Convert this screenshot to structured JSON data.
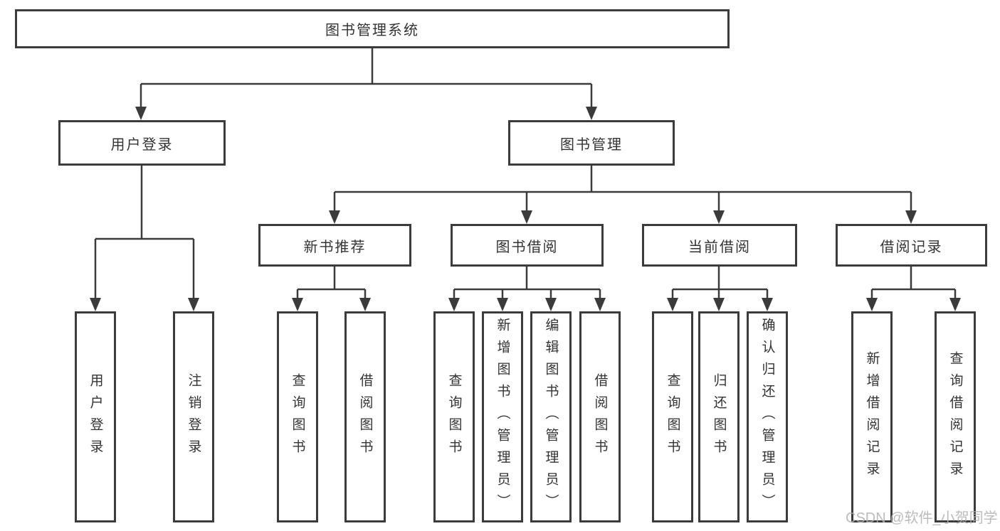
{
  "diagram_type": "hierarchy",
  "colors": {
    "line": "#3b3b3b",
    "text": "#333333",
    "box_background": "#ffffff",
    "page_background": "#ffffff",
    "watermark": "#b0b0b0"
  },
  "tree": {
    "label": "图书管理系统",
    "children": [
      {
        "label": "用户登录",
        "children": [
          {
            "label": "用户登录"
          },
          {
            "label": "注销登录"
          }
        ]
      },
      {
        "label": "图书管理",
        "children": [
          {
            "label": "新书推荐",
            "children": [
              {
                "label": "查询图书"
              },
              {
                "label": "借阅图书"
              }
            ]
          },
          {
            "label": "图书借阅",
            "children": [
              {
                "label": "查询图书"
              },
              {
                "label": "新增图书（管理员）"
              },
              {
                "label": "编辑图书（管理员）"
              },
              {
                "label": "借阅图书"
              }
            ]
          },
          {
            "label": "当前借阅",
            "children": [
              {
                "label": "查询图书"
              },
              {
                "label": "归还图书"
              },
              {
                "label": "确认归还（管理员）"
              }
            ]
          },
          {
            "label": "借阅记录",
            "children": [
              {
                "label": "新增借阅记录"
              },
              {
                "label": "查询借阅记录"
              }
            ]
          }
        ]
      }
    ]
  },
  "watermark": "CSDN @软件_小贺同学"
}
